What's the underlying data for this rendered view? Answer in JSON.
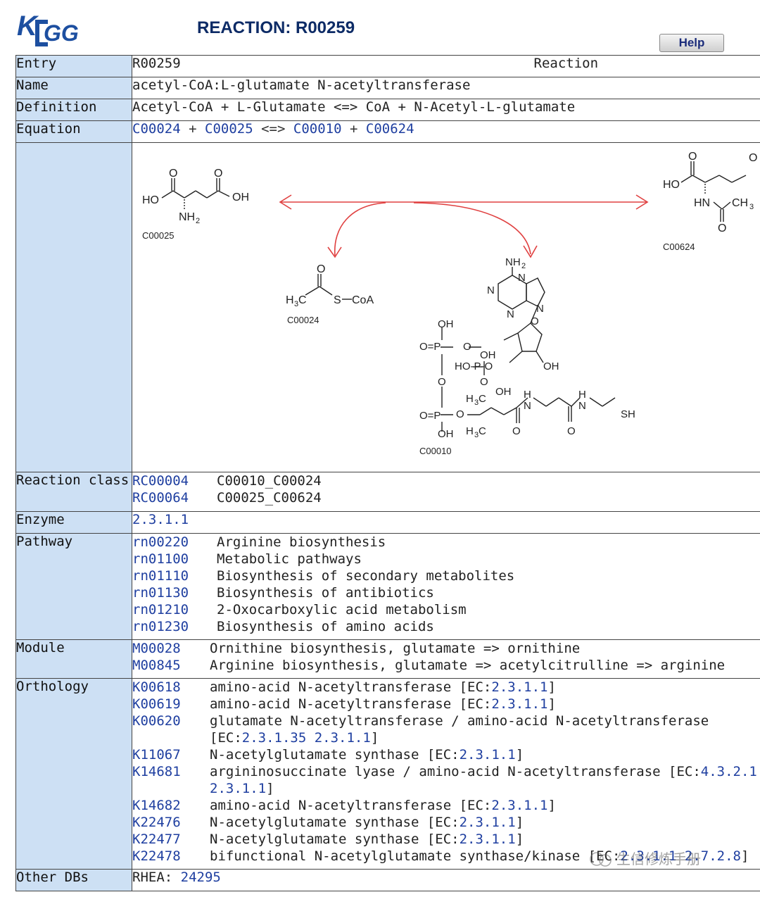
{
  "header": {
    "logo_text": "KEGG",
    "page_title": "REACTION: R00259",
    "help_label": "Help"
  },
  "rows": {
    "entry": {
      "label": "Entry",
      "value": "R00259",
      "type": "Reaction"
    },
    "name": {
      "label": "Name",
      "value": "acetyl-CoA:L-glutamate N-acetyltransferase"
    },
    "definition": {
      "label": "Definition",
      "value": "Acetyl-CoA + L-Glutamate <=> CoA + N-Acetyl-L-glutamate"
    },
    "equation": {
      "label": "Equation",
      "c1": "C00024",
      "plus1": "+",
      "c2": "C00025",
      "arrow": "<=>",
      "c3": "C00010",
      "plus2": "+",
      "c4": "C00624"
    },
    "reaction_class": {
      "label": "Reaction class",
      "items": [
        {
          "id": "RC00004",
          "desc": "C00010_C00024"
        },
        {
          "id": "RC00064",
          "desc": "C00025_C00624"
        }
      ]
    },
    "enzyme": {
      "label": "Enzyme",
      "value": "2.3.1.1"
    },
    "pathway": {
      "label": "Pathway",
      "items": [
        {
          "id": "rn00220",
          "desc": "Arginine biosynthesis"
        },
        {
          "id": "rn01100",
          "desc": "Metabolic pathways"
        },
        {
          "id": "rn01110",
          "desc": "Biosynthesis of secondary metabolites"
        },
        {
          "id": "rn01130",
          "desc": "Biosynthesis of antibiotics"
        },
        {
          "id": "rn01210",
          "desc": "2-Oxocarboxylic acid metabolism"
        },
        {
          "id": "rn01230",
          "desc": "Biosynthesis of amino acids"
        }
      ]
    },
    "module": {
      "label": "Module",
      "items": [
        {
          "id": "M00028",
          "desc": "Ornithine biosynthesis, glutamate => ornithine"
        },
        {
          "id": "M00845",
          "desc": "Arginine biosynthesis, glutamate => acetylcitrulline => arginine"
        }
      ]
    },
    "orthology": {
      "label": "Orthology",
      "items": [
        {
          "id": "K00618",
          "desc": "amino-acid N-acetyltransferase [EC:",
          "ec": "2.3.1.1",
          "tail": "]"
        },
        {
          "id": "K00619",
          "desc": "amino-acid N-acetyltransferase [EC:",
          "ec": "2.3.1.1",
          "tail": "]"
        },
        {
          "id": "K00620",
          "desc": "glutamate N-acetyltransferase / amino-acid N-acetyltransferase",
          "cont_pre": "[EC:",
          "ec": "2.3.1.35",
          "ec2": "2.3.1.1",
          "tail": "]"
        },
        {
          "id": "K11067",
          "desc": "N-acetylglutamate synthase [EC:",
          "ec": "2.3.1.1",
          "tail": "]"
        },
        {
          "id": "K14681",
          "desc": "argininosuccinate lyase / amino-acid N-acetyltransferase [EC:",
          "ec": "4.3.2.1",
          "ec2": "2.3.1.1",
          "tail": "]"
        },
        {
          "id": "K14682",
          "desc": "amino-acid N-acetyltransferase [EC:",
          "ec": "2.3.1.1",
          "tail": "]"
        },
        {
          "id": "K22476",
          "desc": "N-acetylglutamate synthase [EC:",
          "ec": "2.3.1.1",
          "tail": "]"
        },
        {
          "id": "K22477",
          "desc": "N-acetylglutamate synthase [EC:",
          "ec": "2.3.1.1",
          "tail": "]"
        },
        {
          "id": "K22478",
          "desc": "bifunctional N-acetylglutamate synthase/kinase [EC:",
          "ec": "2.3.1.1 2.7.2.8",
          "tail": "]"
        }
      ]
    },
    "other_dbs": {
      "label": "Other DBs",
      "db": "RHEA:",
      "value": "24295"
    }
  },
  "diagram": {
    "compounds": [
      "C00025",
      "C00624",
      "C00024",
      "C00010"
    ],
    "arrow_color": "#e04040"
  },
  "watermark": "生信修炼手册"
}
